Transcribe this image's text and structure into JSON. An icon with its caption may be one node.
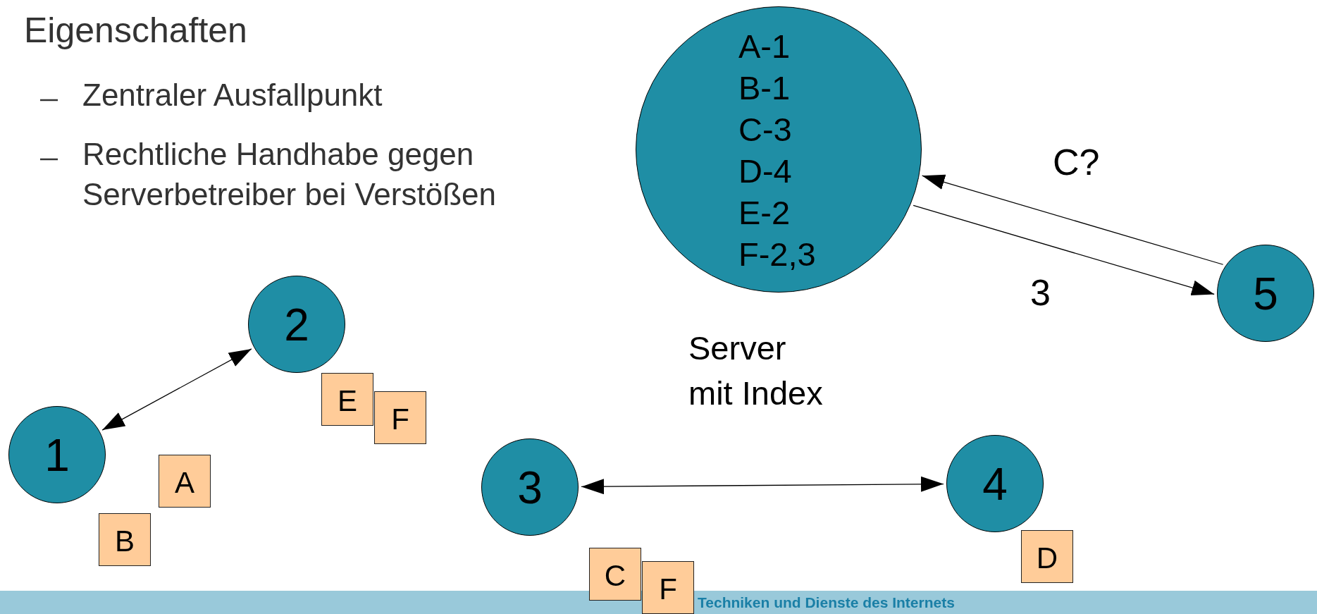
{
  "diagram": {
    "title": "Eigenschaften",
    "nodes": [
      {
        "text": [
          "A-1",
          "B-1",
          "C-3",
          "D-4",
          "E-2",
          "F-2,3"
        ],
        "beside": [
          "Server mit Index"
        ]
      },
      {
        "text": [
          "1"
        ]
      },
      {
        "text": [
          "2"
        ]
      },
      {
        "text": [
          "3"
        ]
      },
      {
        "text": [
          "4"
        ]
      },
      {
        "text": [
          "5"
        ]
      },
      {
        "text": [
          "A"
        ]
      },
      {
        "text": [
          "B"
        ]
      },
      {
        "text": [
          "E"
        ]
      },
      {
        "text": [
          "F"
        ]
      },
      {
        "text": [
          "C"
        ]
      },
      {
        "text": [
          "F"
        ]
      },
      {
        "text": [
          "D"
        ]
      },
      {
        "text": [
          "Techniken und Dienste des Internets"
        ]
      }
    ],
    "edges": [
      {
        "from": 1,
        "to": 2,
        "arrow": "both"
      },
      {
        "from": 3,
        "to": 4,
        "arrow": "both"
      },
      {
        "from": 5,
        "to": 0,
        "arrow": "to",
        "label": "C?"
      },
      {
        "from": 0,
        "to": 5,
        "arrow": "to",
        "label": "3"
      }
    ],
    "labels": [
      "Zentraler Ausfallpunkt",
      "Rechtliche Handhabe gegen Serverbetreiber bei Verstößen"
    ]
  }
}
